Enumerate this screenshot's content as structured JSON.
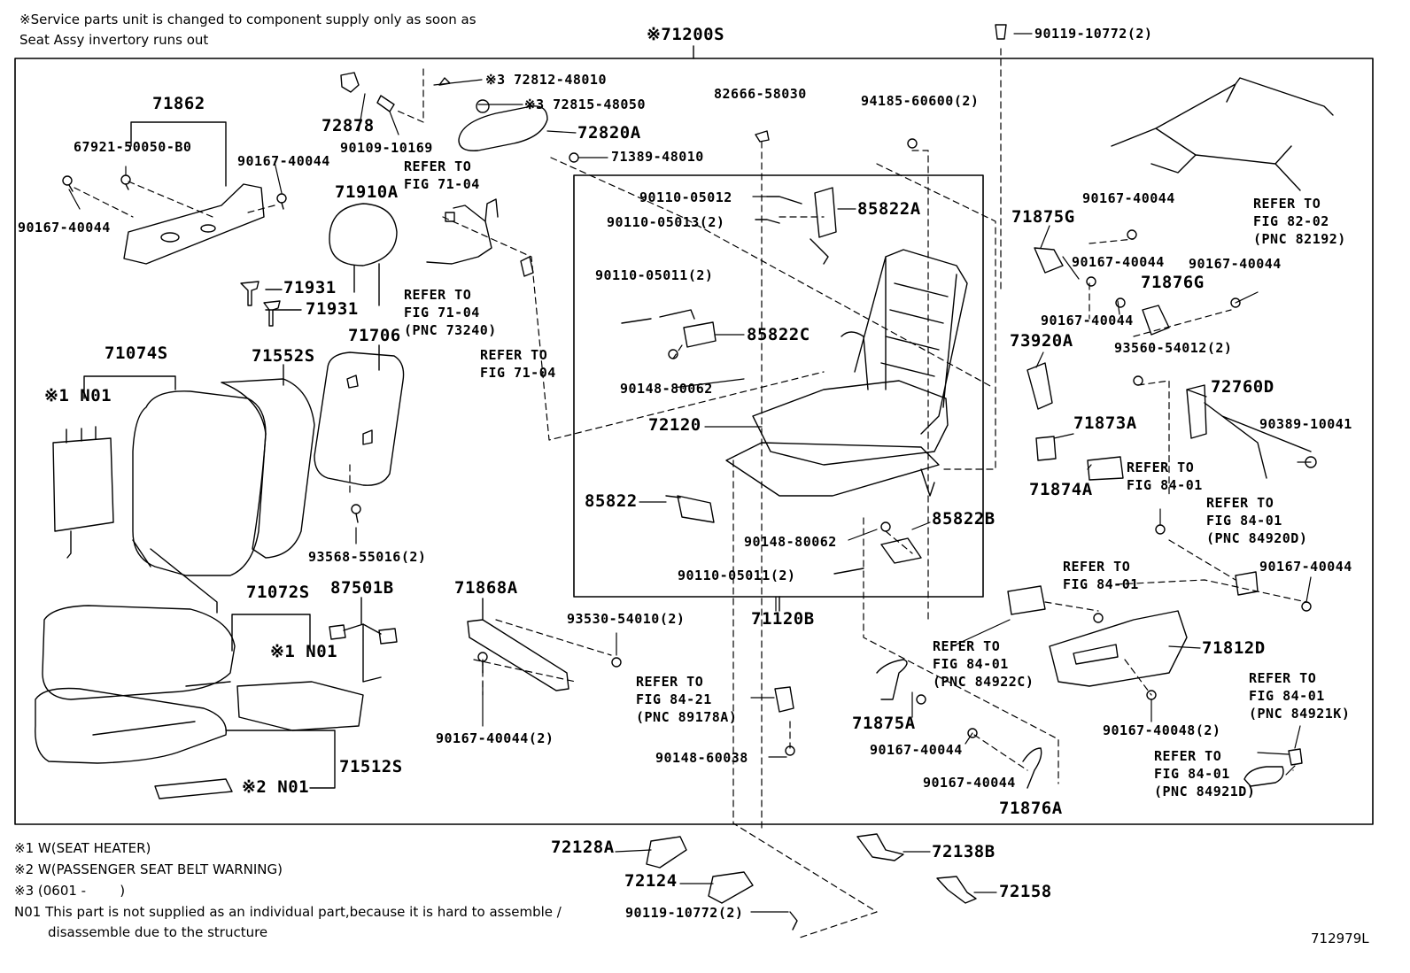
{
  "header_note": {
    "line1": "※Service parts unit is changed to component supply only as soon as",
    "line2": "Seat Assy invertory runs out"
  },
  "labels": {
    "p71200S": "※71200S",
    "p90119_10772_top": "90119-10772(2)",
    "p71862": "71862",
    "p67921": "67921-50050-B0",
    "p90167_a": "90167-40044",
    "p90167_b": "90167-40044",
    "p72878": "72878",
    "p90109": "90109-10169",
    "p72812": "※3 72812-48010",
    "p72815": "※3 72815-48050",
    "p72820A": "72820A",
    "p71389": "71389-48010",
    "p82666": "82666-58030",
    "p94185": "94185-60600(2)",
    "p71910A": "71910A",
    "p71931a": "71931",
    "p71931b": "71931",
    "p90110_05012": "90110-05012",
    "p90110_05013": "90110-05013(2)",
    "p85822A": "85822A",
    "p90110_05011a": "90110-05011(2)",
    "p85822C": "85822C",
    "p90148_a": "90148-80062",
    "p72120": "72120",
    "p85822": "85822",
    "p90148_b": "90148-80062",
    "p85822B": "85822B",
    "p90110_05011b": "90110-05011(2)",
    "p71120B": "71120B",
    "p71706": "71706",
    "p71074S": "71074S",
    "p71552S": "71552S",
    "p93568": "93568-55016(2)",
    "pN01a": "※1 N01",
    "p71072S": "71072S",
    "p87501B": "87501B",
    "pN01b": "※1 N01",
    "p71512S": "71512S",
    "pN01c": "※2 N01",
    "p71868A": "71868A",
    "p93530": "93530-54010(2)",
    "p90167_40044_2": "90167-40044(2)",
    "p90148_60038": "90148-60038",
    "p71875G": "71875G",
    "p90167_c": "90167-40044",
    "p90167_d": "90167-40044",
    "p90167_e": "90167-40044",
    "p90167_f": "90167-40044",
    "p71876G": "71876G",
    "p73920A": "73920A",
    "p93560": "93560-54012(2)",
    "p72760D": "72760D",
    "p90389": "90389-10041",
    "p71873A": "71873A",
    "p71874A": "71874A",
    "p90167_g": "90167-40044",
    "p71812D": "71812D",
    "p90167_40048": "90167-40048(2)",
    "p71875A": "71875A",
    "p90167_h": "90167-40044",
    "p90167_i": "90167-40044",
    "p71876A": "71876A",
    "p72128A": "72128A",
    "p72124": "72124",
    "p90119_10772_bot": "90119-10772(2)",
    "p72138B": "72138B",
    "p72158": "72158",
    "diagram_id": "712979L"
  },
  "refer": {
    "r1": {
      "l1": "REFER TO",
      "l2": "FIG 71-04"
    },
    "r2": {
      "l1": "REFER TO",
      "l2": "FIG 71-04",
      "l3": "(PNC 73240)"
    },
    "r3": {
      "l1": "REFER TO",
      "l2": "FIG 71-04"
    },
    "r4": {
      "l1": "REFER TO",
      "l2": "FIG 82-02",
      "l3": "(PNC 82192)"
    },
    "r5": {
      "l1": "REFER TO",
      "l2": "FIG 84-01"
    },
    "r6": {
      "l1": "REFER TO",
      "l2": "FIG 84-01",
      "l3": "(PNC 84920D)"
    },
    "r7": {
      "l1": "REFER TO",
      "l2": "FIG 84-01"
    },
    "r8": {
      "l1": "REFER TO",
      "l2": "FIG 84-01",
      "l3": "(PNC 84922C)"
    },
    "r9": {
      "l1": "REFER TO",
      "l2": "FIG 84-21",
      "l3": "(PNC 89178A)"
    },
    "r10": {
      "l1": "REFER TO",
      "l2": "FIG 84-01",
      "l3": "(PNC 84921K)"
    },
    "r11": {
      "l1": "REFER TO",
      "l2": "FIG 84-01",
      "l3": "(PNC 84921D)"
    }
  },
  "footnotes": {
    "f1": "※1 W(SEAT HEATER)",
    "f2": "※2 W(PASSENGER SEAT BELT WARNING)",
    "f3": "※3 (0601 -        )",
    "f4a": "N01 This part is not supplied as an individual part,because it is hard to assemble /",
    "f4b": "disassemble due to the structure"
  }
}
